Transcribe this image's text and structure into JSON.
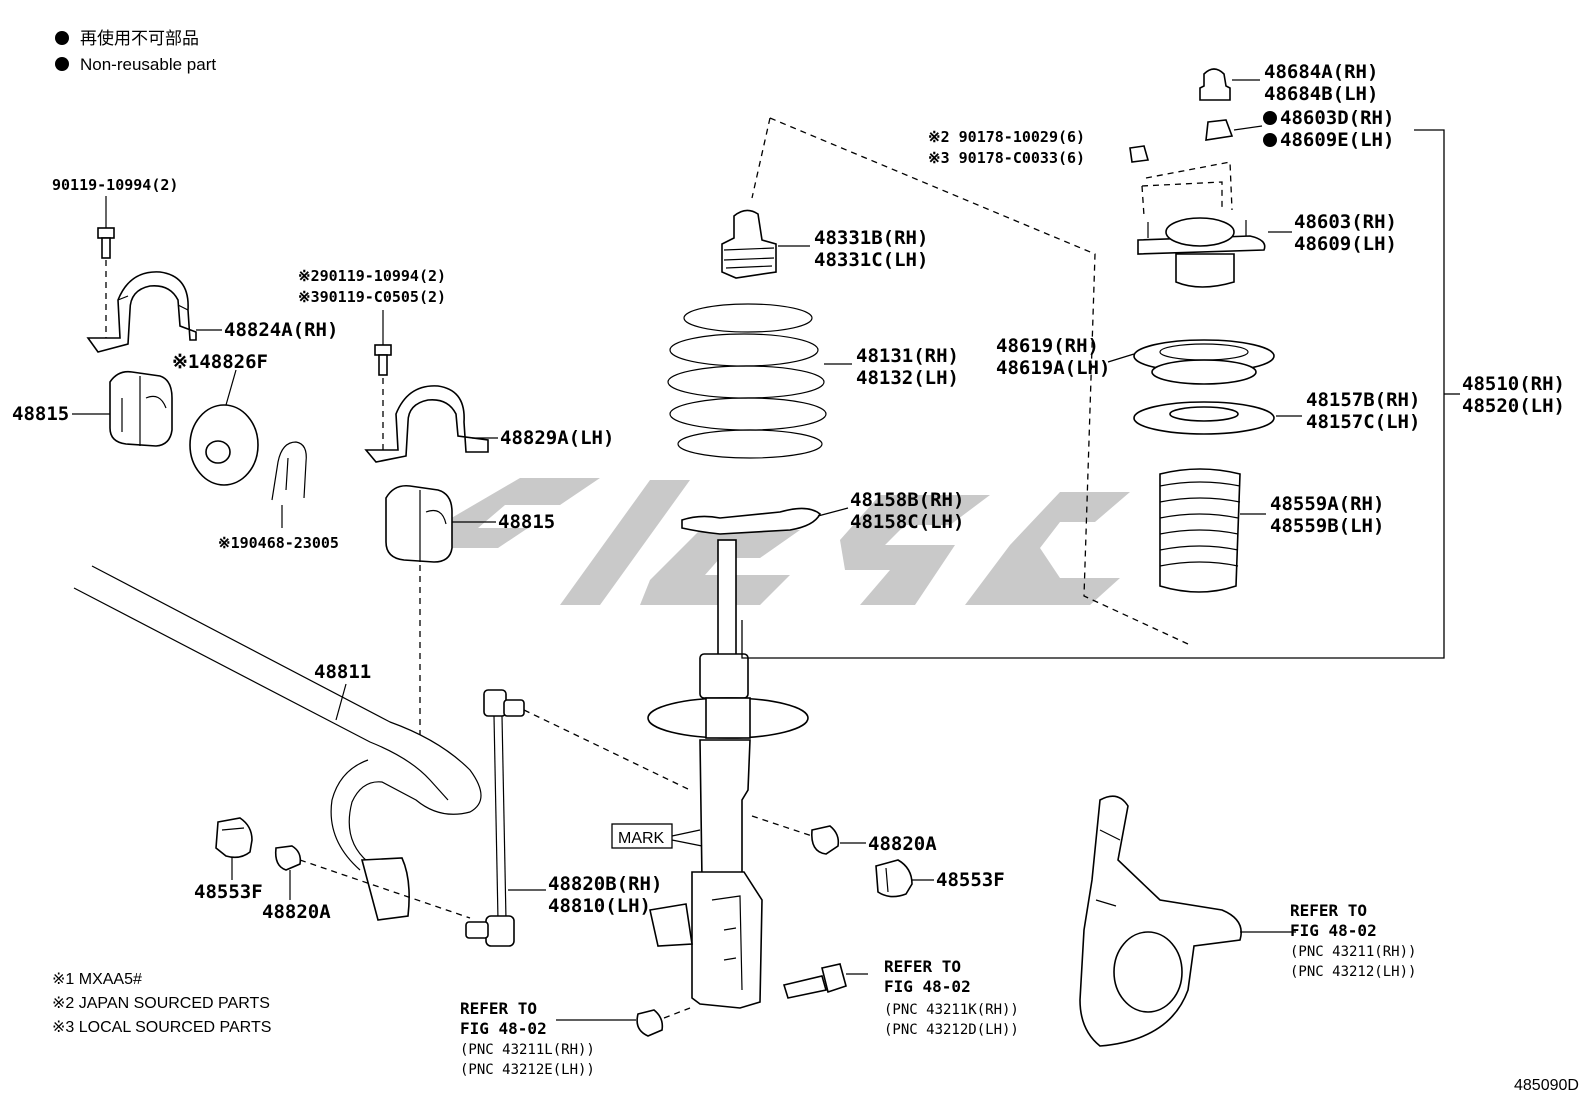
{
  "legend": {
    "line1": "再使用不可部品",
    "line2": "Non-reusable part"
  },
  "labels": {
    "bolt_stab_bracket_rh": "90119-10994(2)",
    "bracket_rh": "48824A(RH)",
    "retainer": "※148826F",
    "bushing_left": "48815",
    "clip": "※190468-23005",
    "bolt_stab_bracket_lh_2": "※290119-10994(2)",
    "bolt_stab_bracket_lh_3": "※390119-C0505(2)",
    "bracket_lh": "48829A(LH)",
    "bushing_right": "48815",
    "stabilizer_bar": "48811",
    "nut_left_bottom": "48553F",
    "nut_left_small": "48820A",
    "link_rh": "48820B(RH)",
    "link_lh": "48810(LH)",
    "mark_box": "MARK",
    "nut_right_small": "48820A",
    "nut_right_bottom": "48553F",
    "bump_rh": "48331B(RH)",
    "bump_lh": "48331C(LH)",
    "spring_rh": "48131(RH)",
    "spring_lh": "48132(LH)",
    "insulator_lower_rh": "48158B(RH)",
    "insulator_lower_lh": "48158C(LH)",
    "cap_rh": "48684A(RH)",
    "cap_lh": "48684B(LH)",
    "nut_top_rh": "48603D(RH)",
    "nut_top_lh": "48609E(LH)",
    "mount_nut_2": "※2 90178-10029(6)",
    "mount_nut_3": "※3 90178-C0033(6)",
    "mount_rh": "48603(RH)",
    "mount_lh": "48609(LH)",
    "seat_upper_rh": "48619(RH)",
    "seat_upper_lh": "48619A(LH)",
    "insulator_upper_rh": "48157B(RH)",
    "insulator_upper_lh": "48157C(LH)",
    "boot_rh": "48559A(RH)",
    "boot_lh": "48559B(LH)",
    "assembly_rh": "48510(RH)",
    "assembly_lh": "48520(LH)"
  },
  "references": {
    "bottom_left": {
      "line1": "REFER TO",
      "line2": "FIG 48-02",
      "pnc1": "(PNC 43211L(RH))",
      "pnc2": "(PNC 43212E(LH))"
    },
    "bottom_center": {
      "line1": "REFER TO",
      "line2": "FIG 48-02",
      "pnc1": "(PNC 43211K(RH))",
      "pnc2": "(PNC 43212D(LH))"
    },
    "right": {
      "line1": "REFER TO",
      "line2": "FIG 48-02",
      "pnc1": "(PNC 43211(RH))",
      "pnc2": "(PNC 43212(LH))"
    }
  },
  "notes": {
    "note1": "※1 MXAA5#",
    "note2": "※2 JAPAN SOURCED PARTS",
    "note3": "※3 LOCAL SOURCED PARTS"
  },
  "figure_code": "485090D",
  "colors": {
    "ink": "#000000",
    "watermark": "#c9c9c9",
    "background": "#ffffff"
  }
}
